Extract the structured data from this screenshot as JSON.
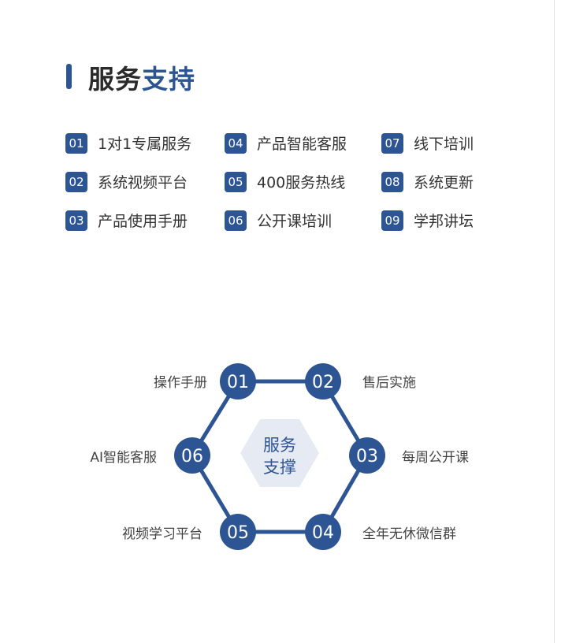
{
  "title": {
    "part1": "服务",
    "part2": "支持"
  },
  "services": [
    {
      "num": "01",
      "text": "1对1专属服务"
    },
    {
      "num": "02",
      "text": "系统视频平台"
    },
    {
      "num": "03",
      "text": "产品使用手册"
    },
    {
      "num": "04",
      "text": "产品智能客服"
    },
    {
      "num": "05",
      "text": "400服务热线"
    },
    {
      "num": "06",
      "text": "公开课培训"
    },
    {
      "num": "07",
      "text": "线下培训"
    },
    {
      "num": "08",
      "text": "系统更新"
    },
    {
      "num": "09",
      "text": "学邦讲坛"
    }
  ],
  "diagram": {
    "center": {
      "line1": "服务",
      "line2": "支撑"
    },
    "nodes": [
      {
        "num": "01",
        "label": "操作手册"
      },
      {
        "num": "02",
        "label": "售后实施"
      },
      {
        "num": "03",
        "label": "每周公开课"
      },
      {
        "num": "04",
        "label": "全年无休微信群"
      },
      {
        "num": "05",
        "label": "视频学习平台"
      },
      {
        "num": "06",
        "label": "AI智能客服"
      }
    ]
  },
  "colors": {
    "accent": "#2d5593",
    "center_fill": "#e6eaf2"
  }
}
